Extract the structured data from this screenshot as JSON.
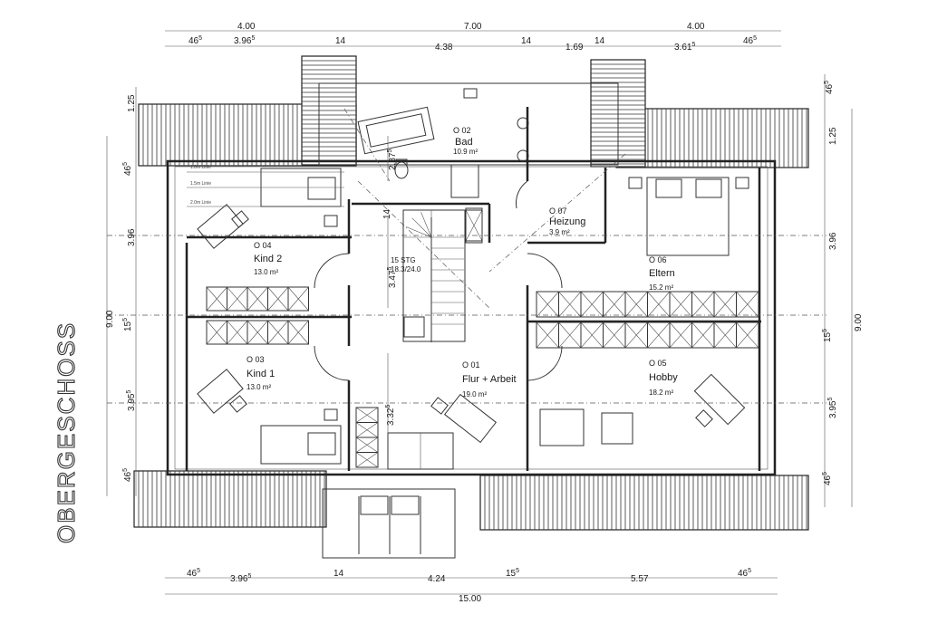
{
  "title": "OBERGESCHOSS",
  "dimensions": {
    "top_outer": [
      "4.00",
      "7.00",
      "4.00"
    ],
    "top_inner": [
      {
        "main": "46",
        "sup": "5"
      },
      {
        "main": "3.96",
        "sup": "5"
      },
      {
        "main": "14",
        "sup": ""
      },
      {
        "main": "4.38",
        "sup": ""
      },
      {
        "main": "14",
        "sup": ""
      },
      {
        "main": "1.69",
        "sup": ""
      },
      {
        "main": "14",
        "sup": ""
      },
      {
        "main": "3.61",
        "sup": "5"
      },
      {
        "main": "46",
        "sup": "5"
      }
    ],
    "bottom_inner": [
      {
        "main": "46",
        "sup": "5"
      },
      {
        "main": "3.96",
        "sup": "5"
      },
      {
        "main": "14",
        "sup": ""
      },
      {
        "main": "4.24",
        "sup": ""
      },
      {
        "main": "15",
        "sup": "5"
      },
      {
        "main": "5.57",
        "sup": ""
      },
      {
        "main": "46",
        "sup": "5"
      }
    ],
    "bottom_outer": "15.00",
    "left_outer": "9.00",
    "left_inner": [
      {
        "main": "1.25",
        "sup": ""
      },
      {
        "main": "46",
        "sup": "5"
      },
      {
        "main": "3.96",
        "sup": ""
      },
      {
        "main": "15",
        "sup": "5"
      },
      {
        "main": "3.95",
        "sup": "5"
      },
      {
        "main": "46",
        "sup": "5"
      }
    ],
    "right_outer": "9.00",
    "right_inner": [
      {
        "main": "46",
        "sup": "5"
      },
      {
        "main": "1.25",
        "sup": ""
      },
      {
        "main": "3.96",
        "sup": ""
      },
      {
        "main": "15",
        "sup": "5"
      },
      {
        "main": "3.95",
        "sup": "5"
      },
      {
        "main": "46",
        "sup": "5"
      }
    ],
    "interior": [
      {
        "main": "2.37",
        "sup": "5"
      },
      {
        "main": "14",
        "sup": ""
      },
      {
        "main": "3.47",
        "sup": "5"
      },
      {
        "main": "3.32",
        "sup": "5"
      }
    ]
  },
  "rooms": [
    {
      "id": "O 02",
      "name": "Bad",
      "area": "10.9 m²"
    },
    {
      "id": "O 07",
      "name": "Heizung",
      "area": "3.9 m²"
    },
    {
      "id": "O 04",
      "name": "Kind 2",
      "area": "13.0 m²"
    },
    {
      "id": "O 06",
      "name": "Eltern",
      "area": "15.2 m²"
    },
    {
      "id": "O 03",
      "name": "Kind 1",
      "area": "13.0 m²"
    },
    {
      "id": "O 01",
      "name": "Flur + Arbeit",
      "area": "19.0 m²"
    },
    {
      "id": "O 05",
      "name": "Hobby",
      "area": "18.2 m²"
    }
  ],
  "stair": {
    "label": "15 STG",
    "spec": "18.3/24.0"
  },
  "height_lines": [
    "1.0m Linie",
    "1.5m Linie",
    "2.0m Linie"
  ]
}
